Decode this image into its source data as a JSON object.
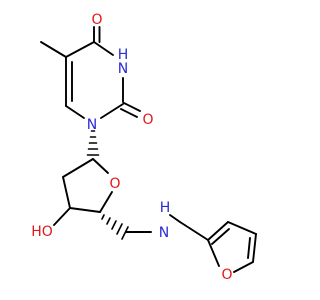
{
  "atoms": {
    "o_top": "O",
    "nh": "N",
    "nh_h": "H",
    "o_right": "O",
    "n1": "N",
    "o_ring": "O",
    "ho": "HO",
    "nh2_h": "H",
    "nh2_n": "N",
    "o_furan": "O"
  },
  "colors": {
    "nitrogen": "#2a2ad6",
    "oxygen": "#e01818",
    "carbon": "#000000"
  }
}
